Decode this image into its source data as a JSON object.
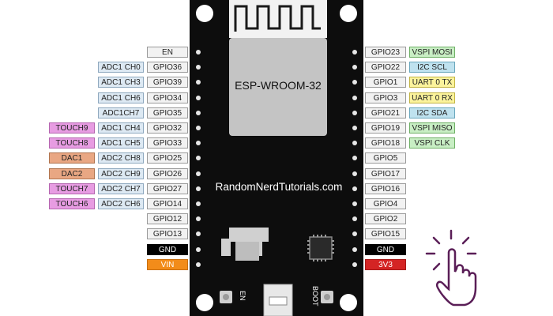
{
  "board": {
    "module_name": "ESP-WROOM-32",
    "watermark": "RandomNerdTutorials.com",
    "en_button": "EN",
    "boot_button": "BOOT"
  },
  "left_pins": [
    {
      "gpio": "EN",
      "functions": []
    },
    {
      "gpio": "GPIO36",
      "functions": [
        {
          "text": "ADC1 CH0",
          "kind": "adc"
        }
      ]
    },
    {
      "gpio": "GPIO39",
      "functions": [
        {
          "text": "ADC1 CH3",
          "kind": "adc"
        }
      ]
    },
    {
      "gpio": "GPIO34",
      "functions": [
        {
          "text": "ADC1 CH6",
          "kind": "adc"
        }
      ]
    },
    {
      "gpio": "GPIO35",
      "functions": [
        {
          "text": "ADC1CH7",
          "kind": "adc"
        }
      ]
    },
    {
      "gpio": "GPIO32",
      "functions": [
        {
          "text": "ADC1 CH4",
          "kind": "adc"
        },
        {
          "text": "TOUCH9",
          "kind": "touch"
        }
      ]
    },
    {
      "gpio": "GPIO33",
      "functions": [
        {
          "text": "ADC1 CH5",
          "kind": "adc"
        },
        {
          "text": "TOUCH8",
          "kind": "touch"
        }
      ]
    },
    {
      "gpio": "GPIO25",
      "functions": [
        {
          "text": "ADC2 CH8",
          "kind": "adc"
        },
        {
          "text": "DAC1",
          "kind": "dac"
        }
      ]
    },
    {
      "gpio": "GPIO26",
      "functions": [
        {
          "text": "ADC2 CH9",
          "kind": "adc"
        },
        {
          "text": "DAC2",
          "kind": "dac"
        }
      ]
    },
    {
      "gpio": "GPIO27",
      "functions": [
        {
          "text": "ADC2 CH7",
          "kind": "adc"
        },
        {
          "text": "TOUCH7",
          "kind": "touch"
        }
      ]
    },
    {
      "gpio": "GPIO14",
      "functions": [
        {
          "text": "ADC2 CH6",
          "kind": "adc"
        },
        {
          "text": "TOUCH6",
          "kind": "touch"
        }
      ]
    },
    {
      "gpio": "GPIO12",
      "functions": []
    },
    {
      "gpio": "GPIO13",
      "functions": []
    },
    {
      "gpio": "GND",
      "functions": [],
      "style": "gnd"
    },
    {
      "gpio": "VIN",
      "functions": [],
      "style": "vin"
    }
  ],
  "right_pins": [
    {
      "gpio": "GPIO23",
      "functions": [
        {
          "text": "VSPI MOSI",
          "kind": "spi"
        }
      ]
    },
    {
      "gpio": "GPIO22",
      "functions": [
        {
          "text": "I2C SCL",
          "kind": "i2c"
        }
      ]
    },
    {
      "gpio": "GPIO1",
      "functions": [
        {
          "text": "UART 0 TX",
          "kind": "uart"
        }
      ]
    },
    {
      "gpio": "GPIO3",
      "functions": [
        {
          "text": "UART 0 RX",
          "kind": "uart"
        }
      ]
    },
    {
      "gpio": "GPIO21",
      "functions": [
        {
          "text": "I2C SDA",
          "kind": "i2c"
        }
      ]
    },
    {
      "gpio": "GPIO19",
      "functions": [
        {
          "text": "VSPI MISO",
          "kind": "spi"
        }
      ]
    },
    {
      "gpio": "GPIO18",
      "functions": [
        {
          "text": "VSPI CLK",
          "kind": "spi"
        }
      ]
    },
    {
      "gpio": "GPIO5",
      "functions": []
    },
    {
      "gpio": "GPIO17",
      "functions": []
    },
    {
      "gpio": "GPIO16",
      "functions": []
    },
    {
      "gpio": "GPIO4",
      "functions": []
    },
    {
      "gpio": "GPIO2",
      "functions": []
    },
    {
      "gpio": "GPIO15",
      "functions": []
    },
    {
      "gpio": "GND",
      "functions": [],
      "style": "gnd"
    },
    {
      "gpio": "3V3",
      "functions": [],
      "style": "v33"
    }
  ],
  "colors": {
    "board": "#0d0d0d",
    "adc": "#dde9f3",
    "touch": "#e79ce2",
    "dac": "#e9a783",
    "spi": "#c8eec4",
    "i2c": "#bfe2ef",
    "uart": "#fbf39c",
    "gnd": "#000000",
    "vin": "#f28c1a",
    "v33": "#d42424",
    "hand_icon": "#5a1e57"
  },
  "icons": {
    "tap": "hand-tap-icon"
  }
}
